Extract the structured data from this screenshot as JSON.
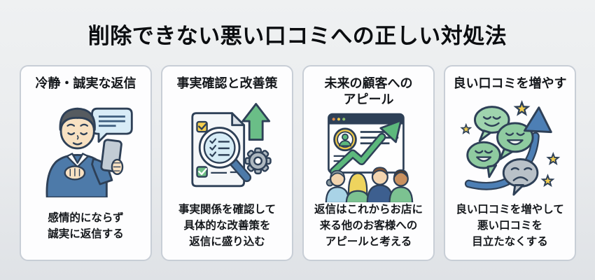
{
  "title": "削除できない悪い口コミへの正しい対処法",
  "cards": [
    {
      "title": "冷静・誠実な返信",
      "body": "感情的にならず\n誠実に返信する",
      "illustration": "person-replying-sincerely-on-phone-icon"
    },
    {
      "title": "事実確認と改善策",
      "body": "事実関係を確認して\n具体的な改善策を\n返信に盛り込む",
      "illustration": "checklist-magnifier-improvement-icon"
    },
    {
      "title": "未来の顧客への\nアピール",
      "body": "返信はこれからお店に\n来る他のお客様への\nアピールと考える",
      "illustration": "customers-watching-growth-chart-icon"
    },
    {
      "title": "良い口コミを増やす",
      "body": "良い口コミを増やして\n悪い口コミを\n目立たなくする",
      "illustration": "positive-review-bubbles-growth-icon"
    }
  ],
  "colors": {
    "background": "#eaecee",
    "card_background": "#fdfdfe",
    "card_border": "#c8ced6",
    "text": "#14171b",
    "outline_navy": "#2e4057",
    "accent_blue": "#4d7aa9",
    "accent_green": "#6abe87",
    "accent_light_green": "#8fcba0",
    "accent_yellow": "#f2cd4e",
    "accent_gray": "#b9c1c8",
    "accent_light_blue": "#d8ecf7"
  }
}
